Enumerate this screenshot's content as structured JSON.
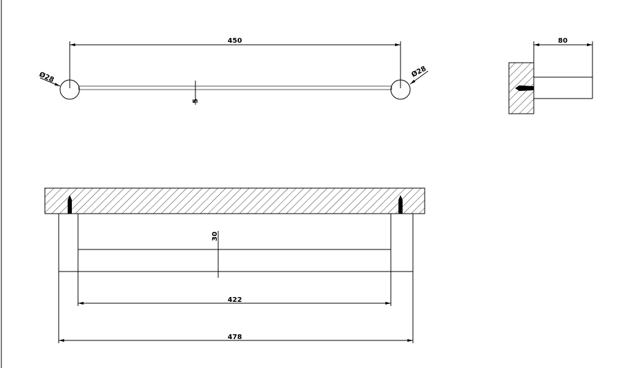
{
  "top_view": {
    "length_dim": "450",
    "left_diameter": "Ø28",
    "right_diameter": "Ø28",
    "bar_thickness": "5"
  },
  "side_view": {
    "depth_dim": "80"
  },
  "front_view": {
    "bar_height": "30",
    "inner_length": "422",
    "overall_length": "478"
  }
}
